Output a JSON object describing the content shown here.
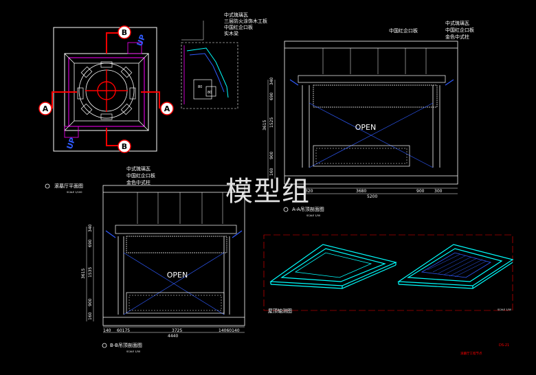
{
  "watermark": "模型组",
  "plan": {
    "title": "滚墓厅平面图",
    "scale": "SCALE 1/100",
    "marker_a": "A",
    "marker_b": "B",
    "up": "UP"
  },
  "detail": {
    "notes": [
      "中式琉璃瓦",
      "三层防火涂饰木工板",
      "中国红企口板",
      "实木梁"
    ],
    "dims": [
      "80",
      "80"
    ]
  },
  "section_aa": {
    "title": "A-A吊顶剖面图",
    "scale": "SCALE 1/50",
    "notes_left": [
      "中国红企口板"
    ],
    "notes_right": [
      "中式琉璃瓦",
      "中国红企口板",
      "金色中式柱"
    ],
    "open": "OPEN",
    "vdims": [
      "340",
      "690",
      "1525",
      "900",
      "160"
    ],
    "vtotal": "3615",
    "hdims": [
      "320",
      "3680",
      "900",
      "300"
    ],
    "htotal": "5200"
  },
  "section_bb": {
    "title": "B-B吊顶剖面图",
    "scale": "SCALE 1/50",
    "notes": [
      "中式琉璃瓦",
      "中国红企口板",
      "金色中式柱"
    ],
    "open": "OPEN",
    "vdims": [
      "340",
      "690",
      "1535",
      "900",
      "160"
    ],
    "vtotal": "3615",
    "hdims": [
      "140",
      "60175",
      "3725",
      "14060140"
    ],
    "htotal": "4440"
  },
  "axon": {
    "title": "屋顶轴测图",
    "scale": "SCALE 1/50"
  },
  "sheet": {
    "number": "DS-21",
    "name": "滚墓厅工程节点"
  }
}
